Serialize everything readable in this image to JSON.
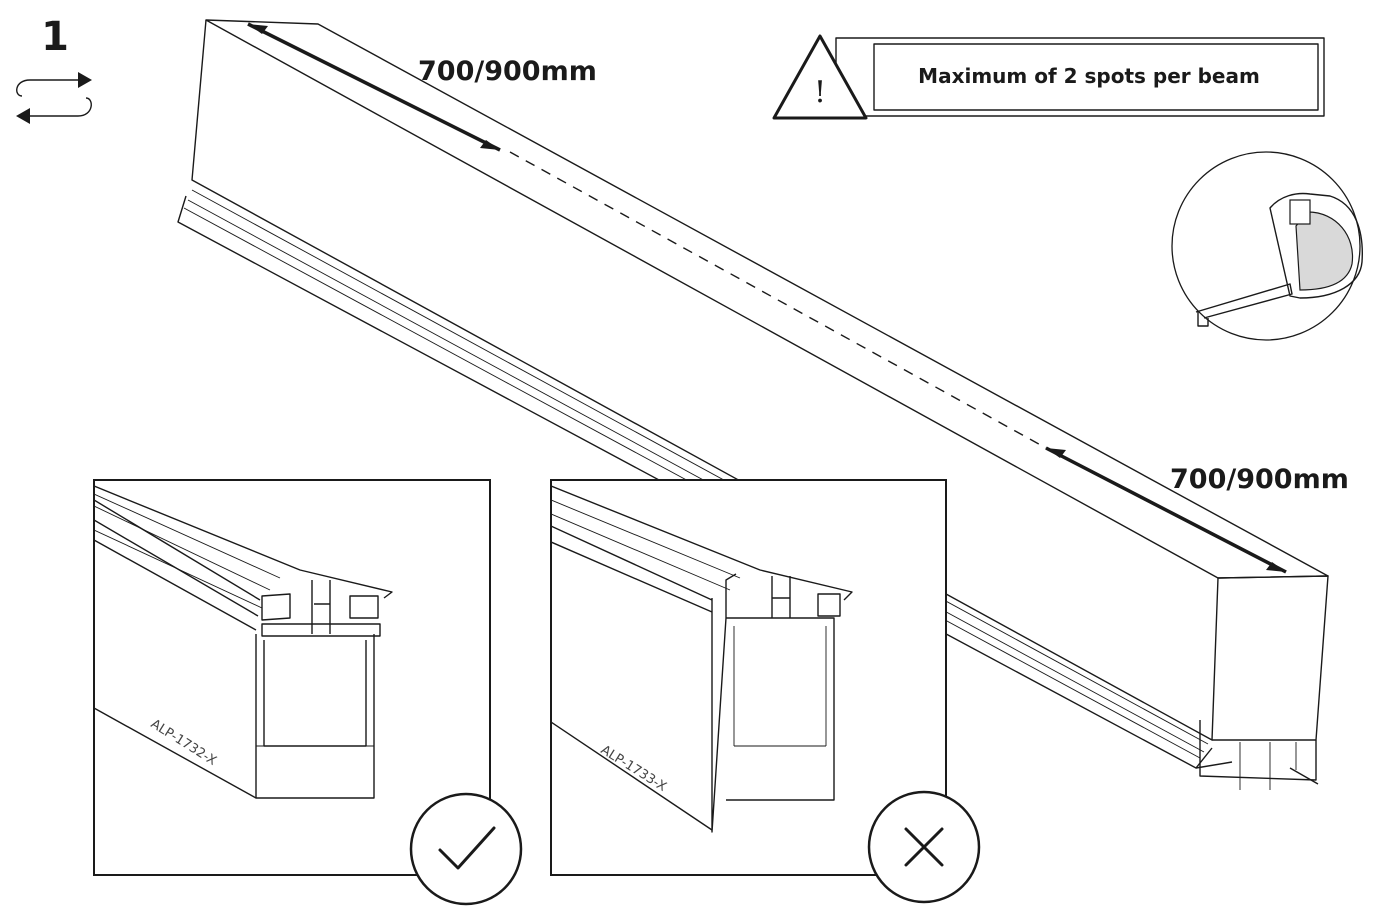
{
  "step": {
    "number": "1",
    "icon": "repeat-icon"
  },
  "warning": {
    "icon": "warning-triangle-icon",
    "mark": "!",
    "text": "Maximum of 2 spots per beam"
  },
  "dimensions": {
    "top": "700/900mm",
    "bottom": "700/900mm"
  },
  "measure": {
    "icon": "tape-measure-icon"
  },
  "options": [
    {
      "label": "ALP-1732-X",
      "status": "correct",
      "icon": "checkmark-icon"
    },
    {
      "label": "ALP-1733-X",
      "status": "incorrect",
      "icon": "cross-icon"
    }
  ]
}
